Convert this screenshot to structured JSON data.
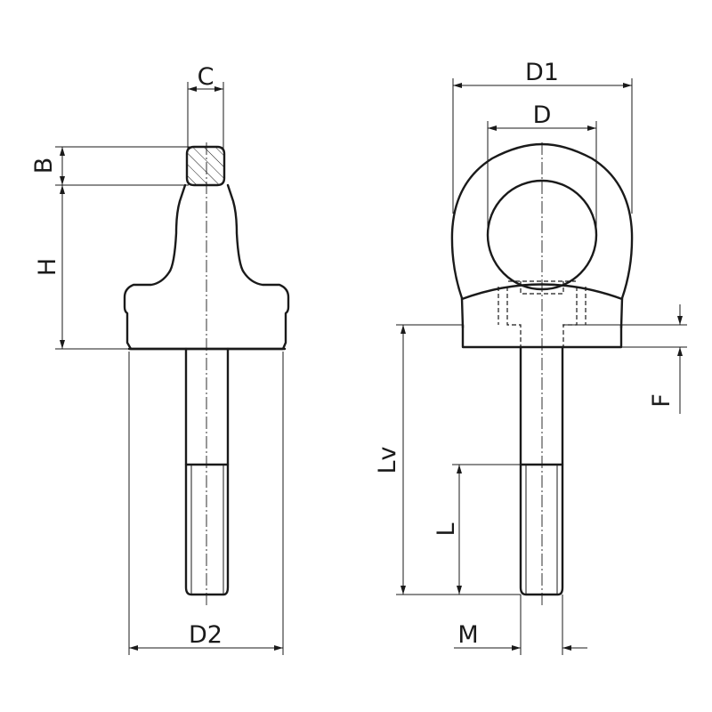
{
  "labels": {
    "C": "C",
    "B": "B",
    "H": "H",
    "D2": "D2",
    "D1": "D1",
    "D": "D",
    "F": "F",
    "Lv": "Lv",
    "L": "L",
    "M": "M"
  }
}
